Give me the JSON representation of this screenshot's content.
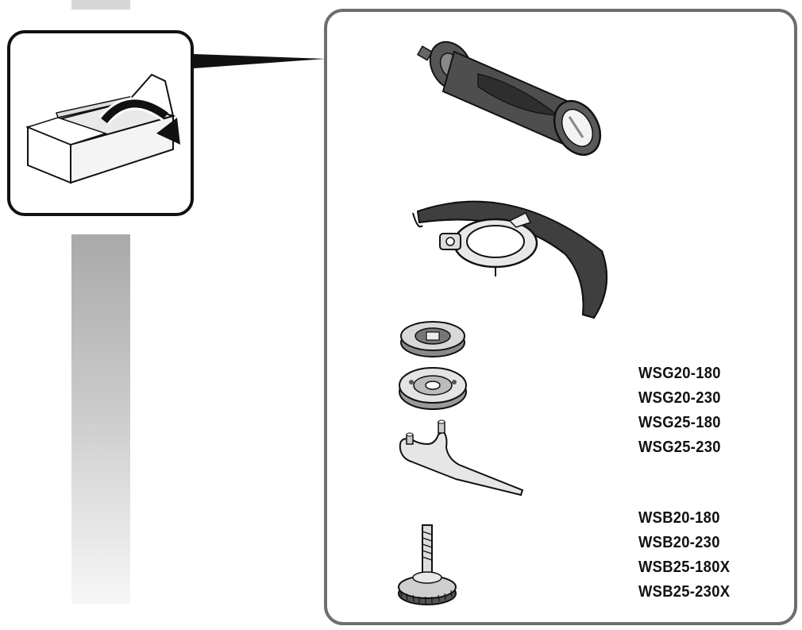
{
  "models": {
    "grinder": [
      "WSG20-180",
      "WSG20-230",
      "WSG25-180",
      "WSG25-230"
    ],
    "brush": [
      "WSB20-180",
      "WSB20-230",
      "WSB25-180X",
      "WSB25-230X"
    ]
  },
  "parts": [
    "side-handle",
    "wheel-guard",
    "clamping-nut",
    "support-flange",
    "two-pin-spanner",
    "flange-bolt"
  ],
  "icons": [
    "open-box-icon",
    "rotate-arrow-icon"
  ],
  "colors": {
    "panel_border": "#6e6e6e",
    "callout_border": "#111111",
    "text": "#111111"
  }
}
